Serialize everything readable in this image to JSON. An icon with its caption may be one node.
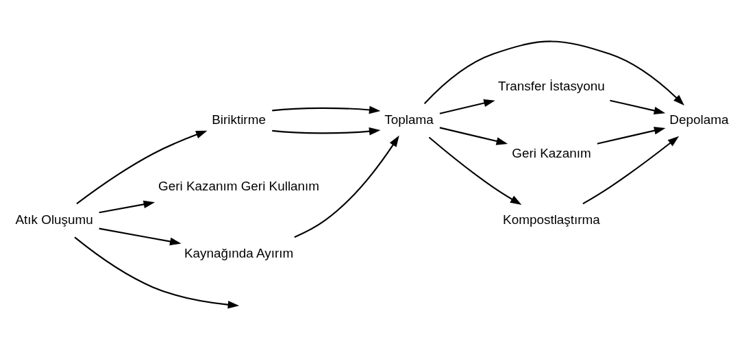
{
  "diagram": {
    "nodes": [
      {
        "text": [
          "Atık Oluşumu"
        ]
      },
      {
        "text": [
          "Biriktirme"
        ]
      },
      {
        "text": [
          "Toplama"
        ]
      },
      {
        "text": [
          "Depolama"
        ]
      },
      {
        "text": [
          "Geri Kazanım Geri Kullanım"
        ]
      },
      {
        "text": [
          "Transfer İstasyonu"
        ]
      },
      {
        "text": [
          "Geri Kazanım"
        ]
      },
      {
        "text": [
          "Kaynağında Ayırım"
        ]
      },
      {
        "text": [
          "Kompostlaştırma"
        ]
      }
    ],
    "edges": [
      {
        "from": 0,
        "to": 1,
        "arrow": "to"
      },
      {
        "from": 1,
        "to": 2,
        "arrow": "to"
      },
      {
        "from": 2,
        "to": 3,
        "arrow": "to"
      },
      {
        "from": 1,
        "to": 2,
        "arrow": "to"
      },
      {
        "from": 0,
        "to": 4,
        "arrow": "to"
      },
      {
        "from": 0,
        "to": null,
        "arrow": "to"
      },
      {
        "from": 0,
        "to": 7,
        "arrow": "to"
      },
      {
        "from": 7,
        "to": 2,
        "arrow": "to"
      },
      {
        "from": 2,
        "to": 5,
        "arrow": "to"
      },
      {
        "from": 2,
        "to": 6,
        "arrow": "to"
      },
      {
        "from": 2,
        "to": 8,
        "arrow": "to"
      },
      {
        "from": 5,
        "to": 3,
        "arrow": "to"
      },
      {
        "from": 6,
        "to": 3,
        "arrow": "to"
      },
      {
        "from": 8,
        "to": 3,
        "arrow": "to"
      }
    ]
  }
}
